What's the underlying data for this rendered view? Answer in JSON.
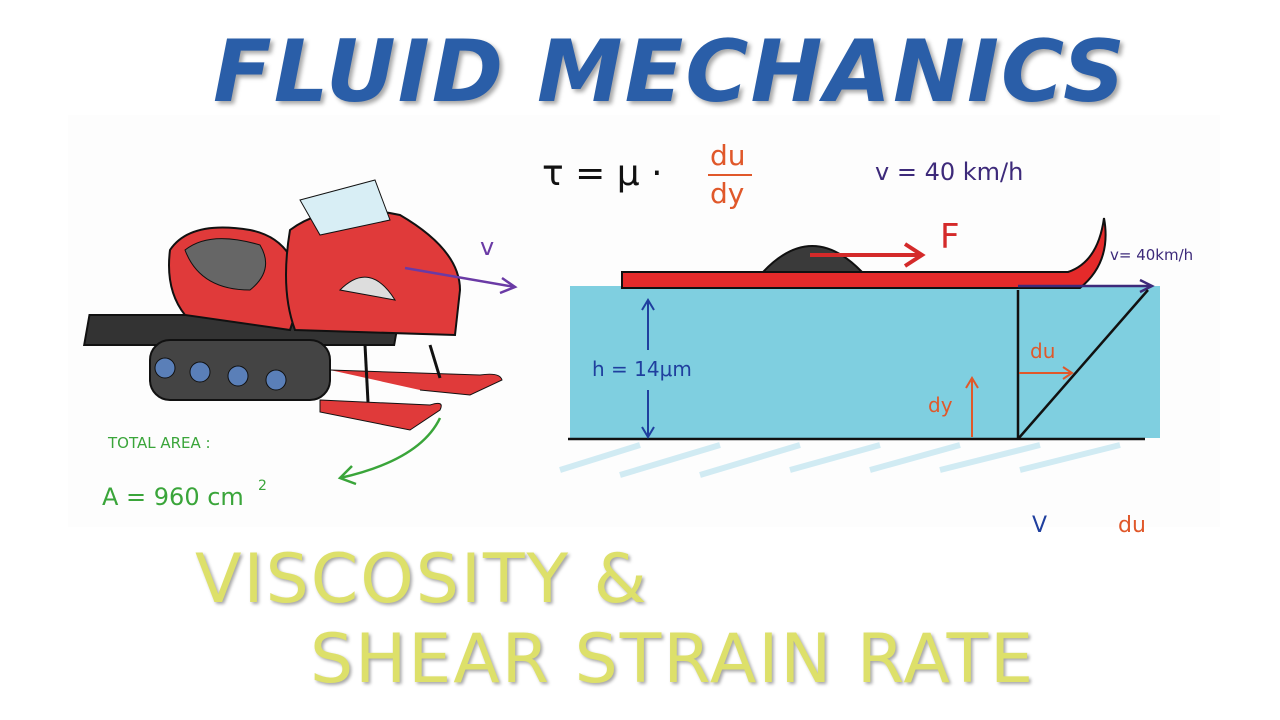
{
  "title": "FLUID MECHANICS",
  "subtitle_line1": "VISCOSITY &",
  "subtitle_line2": "SHEAR STRAIN RATE",
  "diagram": {
    "equation": {
      "tau": "τ = μ ·",
      "numerator": "du",
      "denominator": "dy"
    },
    "velocity_header": "v = 40 km/h",
    "velocity_label_small": "v= 40km/h",
    "snowmobile_velocity": "v",
    "force_label": "F",
    "height_label": "h = 14μm",
    "du_label": "du",
    "dy_label": "dy",
    "area_heading": "TOTAL AREA :",
    "area_value": "A = 960 cm",
    "area_exponent": "2",
    "partial_bottom_v": "V",
    "partial_bottom_du": "du"
  },
  "colors": {
    "title": "#2a5ea8",
    "subtitle": "#dde06a",
    "fluid": "#7fcfe0",
    "ski": "#e52a2a",
    "annotation_blue": "#1f3f9e",
    "annotation_orange": "#e0582a",
    "annotation_purple": "#3d2a7a",
    "annotation_green": "#3aa53a"
  }
}
